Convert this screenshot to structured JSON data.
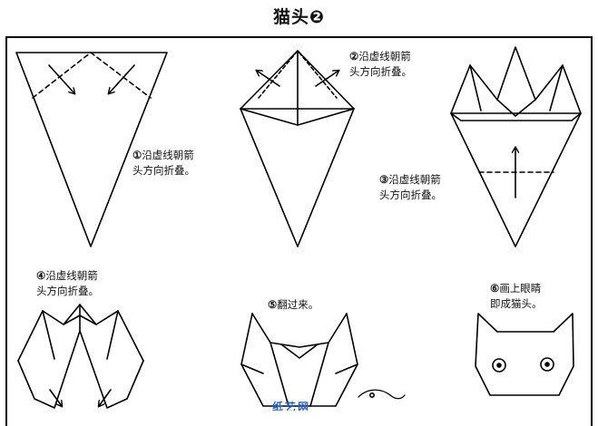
{
  "title": "猫头❷",
  "steps": [
    {
      "num": "①",
      "line1": "沿虚线朝箭",
      "line2": "头方向折叠。"
    },
    {
      "num": "②",
      "line1": "沿虚线朝箭",
      "line2": "头方向折叠。"
    },
    {
      "num": "③",
      "line1": "沿虚线朝箭",
      "line2": "头方向折叠。"
    },
    {
      "num": "④",
      "line1": "沿虚线朝箭",
      "line2": "头方向折叠。"
    },
    {
      "num": "⑤",
      "line1": "翻过来。",
      "line2": ""
    },
    {
      "num": "⑥",
      "line1": "画上眼睛",
      "line2": "即成猫头。"
    }
  ],
  "watermark": "纸艺网"
}
